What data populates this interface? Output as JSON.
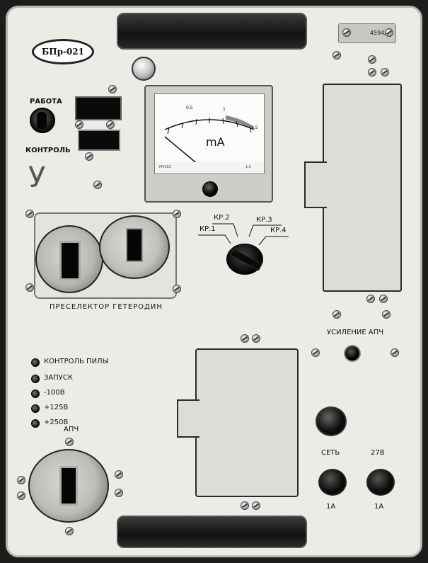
{
  "device": {
    "model_plate": "БПр-021",
    "serial_plate": "4594/1",
    "letter_mark": "У"
  },
  "switch_group": {
    "top_label": "РАБОТА",
    "bottom_label": "КОНТРОЛЬ"
  },
  "meter": {
    "unit": "mA",
    "scale_ticks": [
      "0,5",
      "1",
      "1,5"
    ],
    "footer_left": "М4282",
    "footer_right": "1,5"
  },
  "selector": {
    "positions": [
      "КР.1",
      "КР.2",
      "КР.3",
      "КР.4"
    ]
  },
  "connectors_label": "ПРЕСЕЛЕКТОР  ГЕТЕРОДИН",
  "afc_gain_label": "УСИЛЕНИЕ  АПЧ",
  "test_points": [
    {
      "label": "КОНТРОЛЬ  ПИЛЫ"
    },
    {
      "label": "ЗАПУСК"
    },
    {
      "label": "-100В"
    },
    {
      "label": "+125В"
    },
    {
      "label": "+250В"
    }
  ],
  "afc_connector_label": "АПЧ",
  "power": {
    "mains_label": "СЕТЬ",
    "dc_label": "27В",
    "fuse1_rating": "1А",
    "fuse2_rating": "1А"
  },
  "colors": {
    "panel": "#ecebe6",
    "meter_red_zone": "#888888"
  }
}
